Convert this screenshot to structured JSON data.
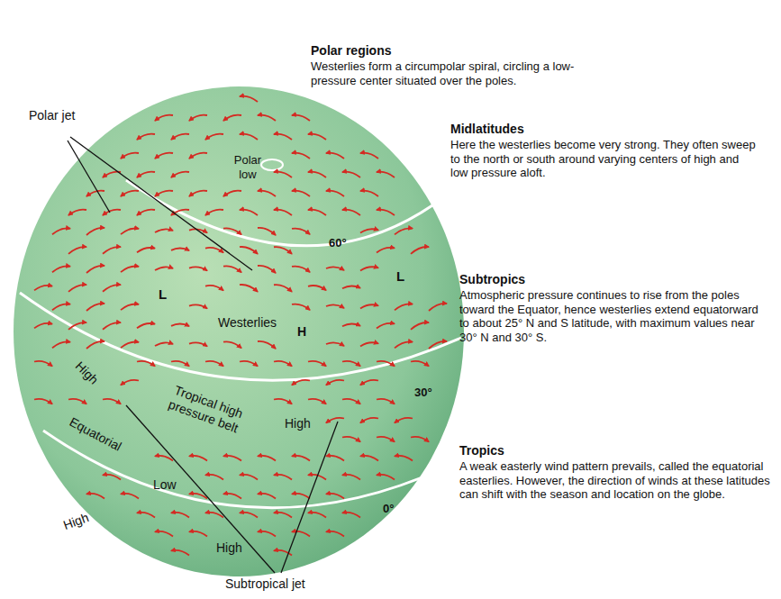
{
  "diagram": {
    "labels": [
      "Polar jet",
      "Polar regions",
      "Westerlies form a circumpolar spiral, circling a low-pressure center situated over the poles.",
      "Polar low",
      "Midlatitudes",
      "Here the westerlies become very strong. They often sweep to the north or south around varying centers of high and low pressure aloft.",
      "60°",
      "L",
      "L",
      "Westerlies",
      "H",
      "Subtropics",
      "Atmospheric pressure continues to rise from the poles toward the Equator, hence westerlies extend equatorward to about 25° N and S latitude, with maximum values near 30° N and 30° S.",
      "30°",
      "High",
      "Tropical high pressure belt",
      "High",
      "Equatorial",
      "Low",
      "0°",
      "High",
      "High",
      "Tropics",
      "A weak easterly wind pattern prevails, called the equatorial easterlies. However, the direction of winds at these latitudes can shift with the season and location on the globe.",
      "Subtropical jet"
    ]
  }
}
